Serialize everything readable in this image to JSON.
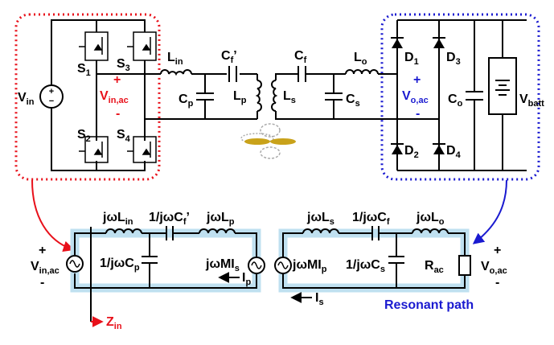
{
  "top_circuit": {
    "source_label": "V",
    "source_sub": "in",
    "switches": [
      {
        "name": "S",
        "sub": "1"
      },
      {
        "name": "S",
        "sub": "3"
      },
      {
        "name": "S",
        "sub": "2"
      },
      {
        "name": "S",
        "sub": "4"
      }
    ],
    "inverter_out_label": "V",
    "inverter_out_sub": "in,ac",
    "plus": "+",
    "minus": "-",
    "lin_label": "L",
    "lin_sub": "in",
    "cp_label": "C",
    "cp_sub": "p",
    "cfp_label": "C",
    "cfp_sub": "f",
    "cfp_prime": "’",
    "lp_label": "L",
    "lp_sub": "p",
    "ls_label": "L",
    "ls_sub": "s",
    "cf_label": "C",
    "cf_sub": "f",
    "cs_label": "C",
    "cs_sub": "s",
    "lo_label": "L",
    "lo_sub": "o",
    "diodes": [
      {
        "name": "D",
        "sub": "1"
      },
      {
        "name": "D",
        "sub": "3"
      },
      {
        "name": "D",
        "sub": "2"
      },
      {
        "name": "D",
        "sub": "4"
      }
    ],
    "rect_in_label": "V",
    "rect_in_sub": "o,ac",
    "co_label": "C",
    "co_sub": "o",
    "batt_label": "V",
    "batt_sub": "batt"
  },
  "bottom_circuit": {
    "vin_ac_label": "V",
    "vin_ac_sub": "in,ac",
    "jwlin": "jωL",
    "jwlin_sub": "in",
    "cfp_imp": "1/jωC",
    "cfp_imp_sub": "f",
    "cfp_imp_prime": "’",
    "jwlp": "jωL",
    "jwlp_sub": "p",
    "cp_imp": "1/jωC",
    "cp_imp_sub": "p",
    "jwmis": "jωMI",
    "jwmis_sub": "s",
    "ip_label": "I",
    "ip_sub": "p",
    "zin_label": "Z",
    "zin_sub": "in",
    "jwls": "jωL",
    "jwls_sub": "s",
    "cf_imp": "1/jωC",
    "cf_imp_sub": "f",
    "jwlo": "jωL",
    "jwlo_sub": "o",
    "jwmip": "jωMI",
    "jwmip_sub": "p",
    "cs_imp": "1/jωC",
    "cs_imp_sub": "s",
    "is_label": "I",
    "is_sub": "s",
    "rac_label": "R",
    "rac_sub": "ac",
    "voac_label": "V",
    "voac_sub": "o,ac",
    "resonant_path": "Resonant path"
  },
  "colors": {
    "red": "#e8101a",
    "blue": "#1a1ad0",
    "path_highlight": "#bfe0f0",
    "coil": "#c9a21a"
  }
}
